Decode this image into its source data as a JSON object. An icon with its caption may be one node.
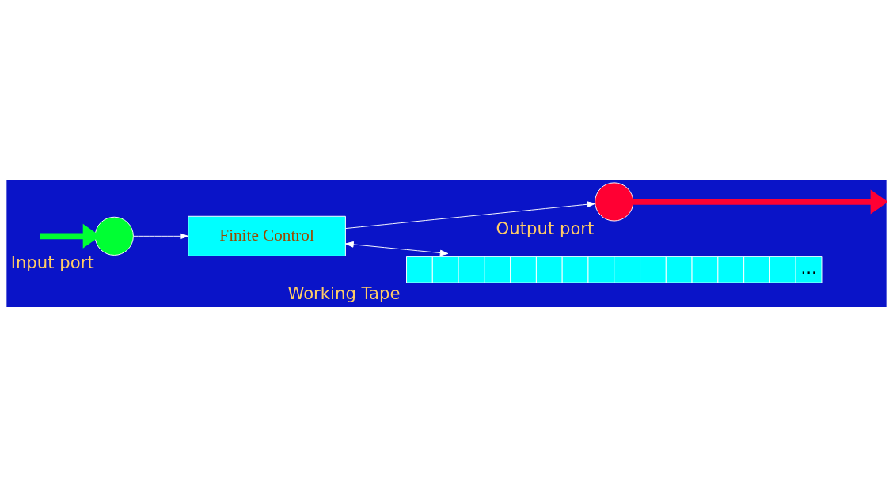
{
  "diagram": {
    "nodes": [
      {
        "text": [],
        "shape": "circle",
        "beside": [
          "Output port"
        ]
      },
      {
        "text": [],
        "shape": "circle",
        "beside": [
          "Input port"
        ]
      },
      {
        "text": [
          "..."
        ],
        "beside": [
          "Working Tape"
        ]
      },
      {
        "text": [
          "Finite Control"
        ]
      }
    ],
    "edges": [
      {
        "from": null,
        "to": 1,
        "arrow": "to",
        "style": "thick",
        "color": "#00ff33"
      },
      {
        "from": 0,
        "to": null,
        "arrow": "to",
        "style": "thick",
        "color": "#ff0033"
      },
      {
        "from": 3,
        "to": 0,
        "arrow": "to"
      },
      {
        "from": 1,
        "to": 3,
        "arrow": "to"
      },
      {
        "from": 3,
        "to": 2,
        "arrow": "both"
      }
    ]
  }
}
